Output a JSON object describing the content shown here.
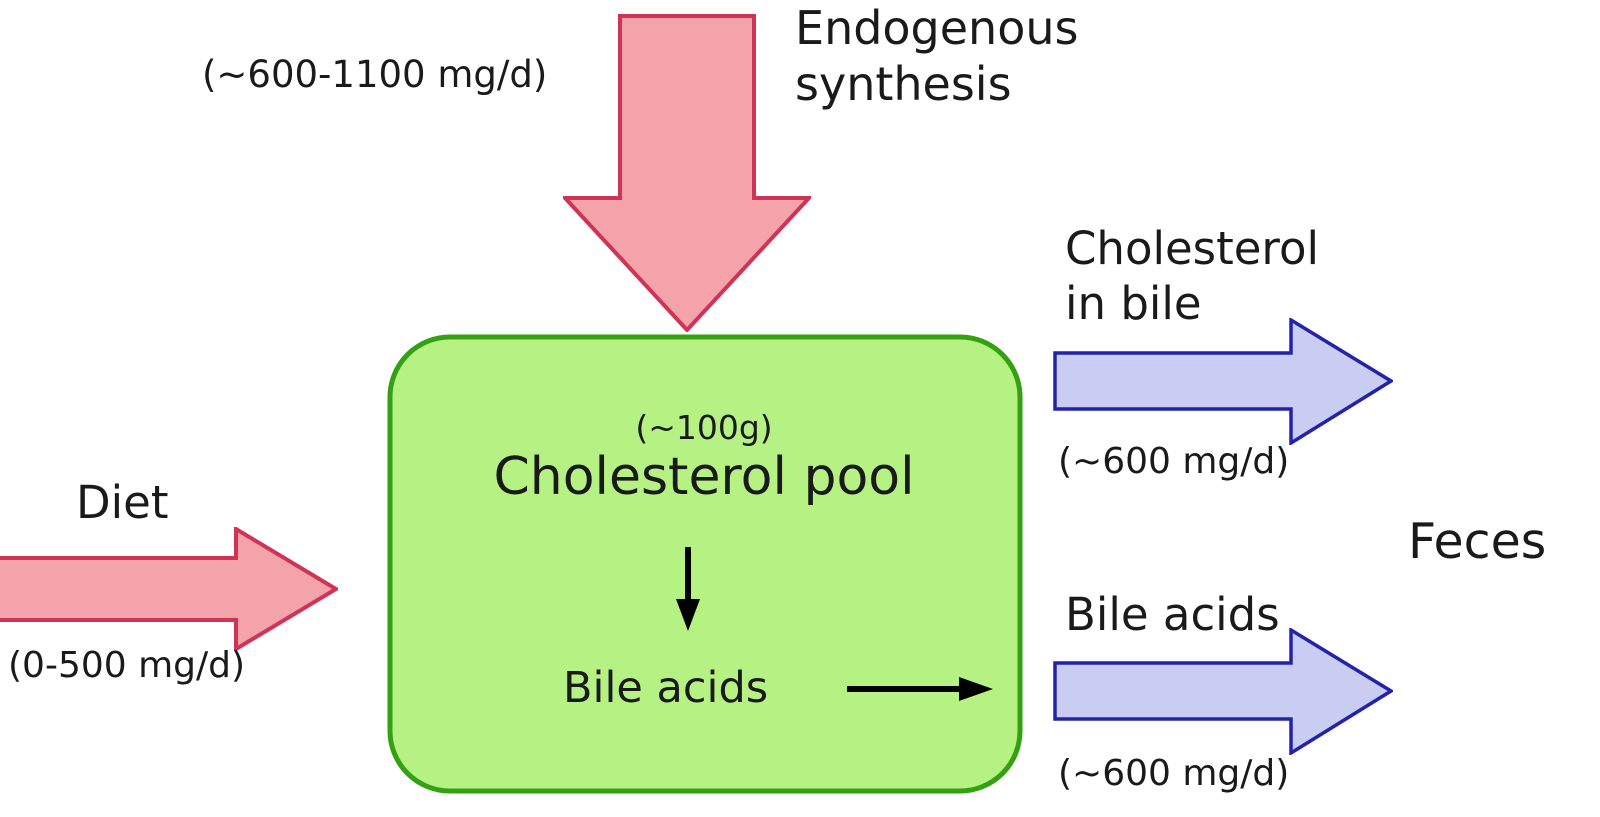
{
  "colors": {
    "pink_fill": "#f4a3aa",
    "pink_stroke": "#cf3456",
    "blue_fill": "#c9cdf2",
    "blue_stroke": "#2222aa",
    "green_fill": "#b6f283",
    "green_stroke": "#33a112",
    "black": "#000000"
  },
  "endogenous": {
    "label": "Endogenous\nsynthesis",
    "rate": "(~600-1100 mg/d)"
  },
  "diet": {
    "label": "Diet",
    "rate": "(0-500 mg/d)"
  },
  "pool": {
    "amount": "(~100g)",
    "label": "Cholesterol pool",
    "bile_acids_label": "Bile acids"
  },
  "cholesterol_in_bile": {
    "label": "Cholesterol\nin bile",
    "rate": "(~600 mg/d)"
  },
  "bile_acids_out": {
    "label": "Bile acids",
    "rate": "(~600 mg/d)"
  },
  "feces": {
    "label": "Feces"
  }
}
